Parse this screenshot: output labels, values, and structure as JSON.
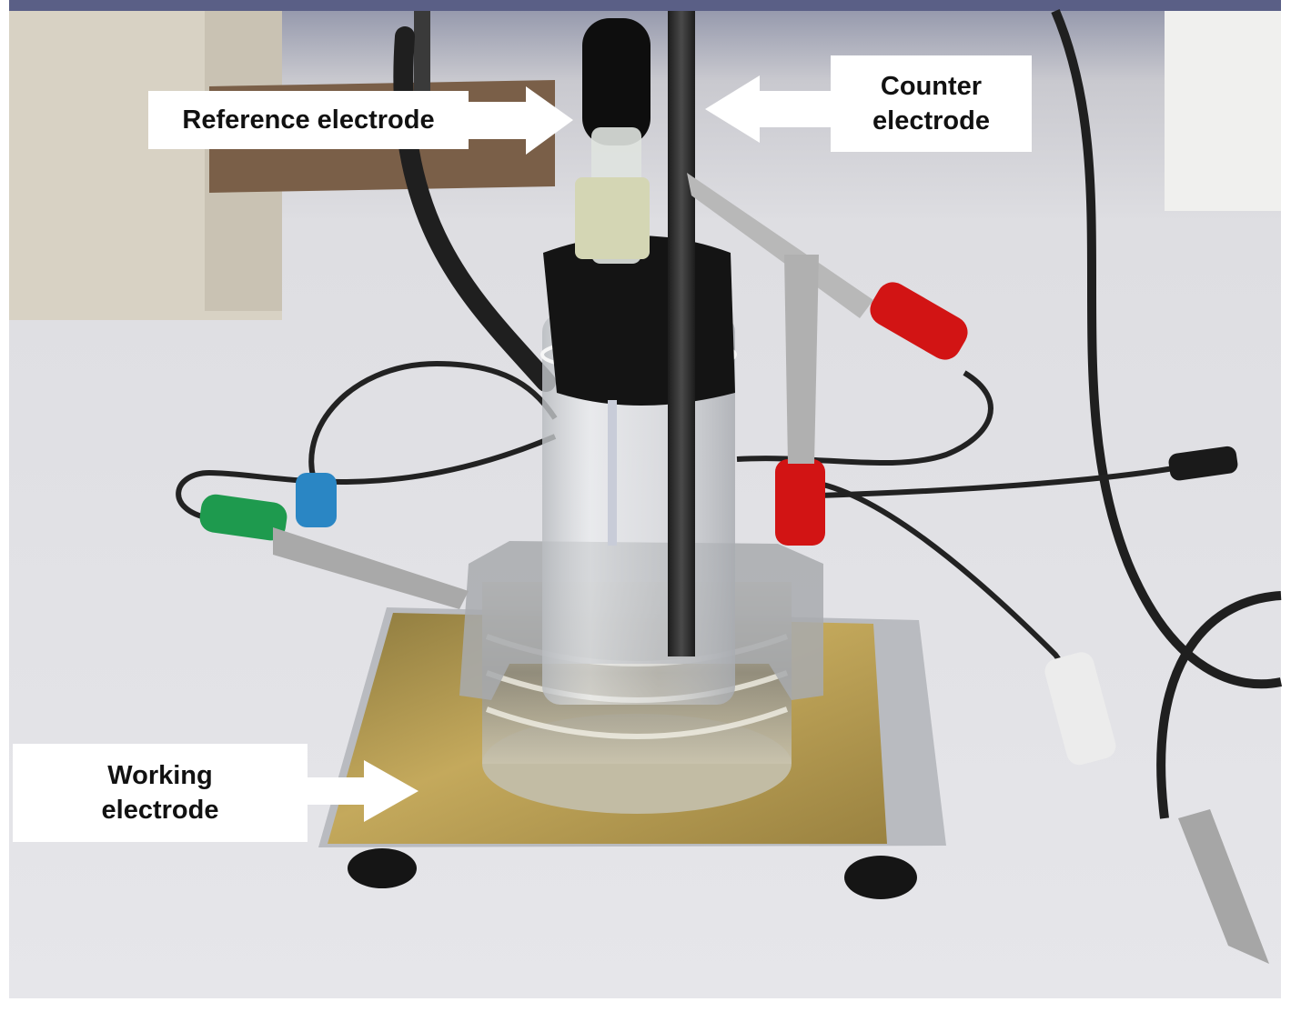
{
  "image": {
    "kind": "photograph",
    "subject": "three-electrode electrochemical cell",
    "colors": {
      "background": "#dcdcde",
      "table": "#e3e3e6",
      "gold_plate": "#b59a4e",
      "rubber_stopper": "#141414",
      "red_plug": "#d21414",
      "green_plug": "#1e9a4e",
      "blue_plug": "#2a86c4",
      "label_background": "#ffffff",
      "arrow": "#ffffff"
    }
  },
  "labels": {
    "reference": "Reference electrode",
    "counter_line1": "Counter",
    "counter_line2": "electrode",
    "working_line1": "Working",
    "working_line2": "electrode"
  }
}
